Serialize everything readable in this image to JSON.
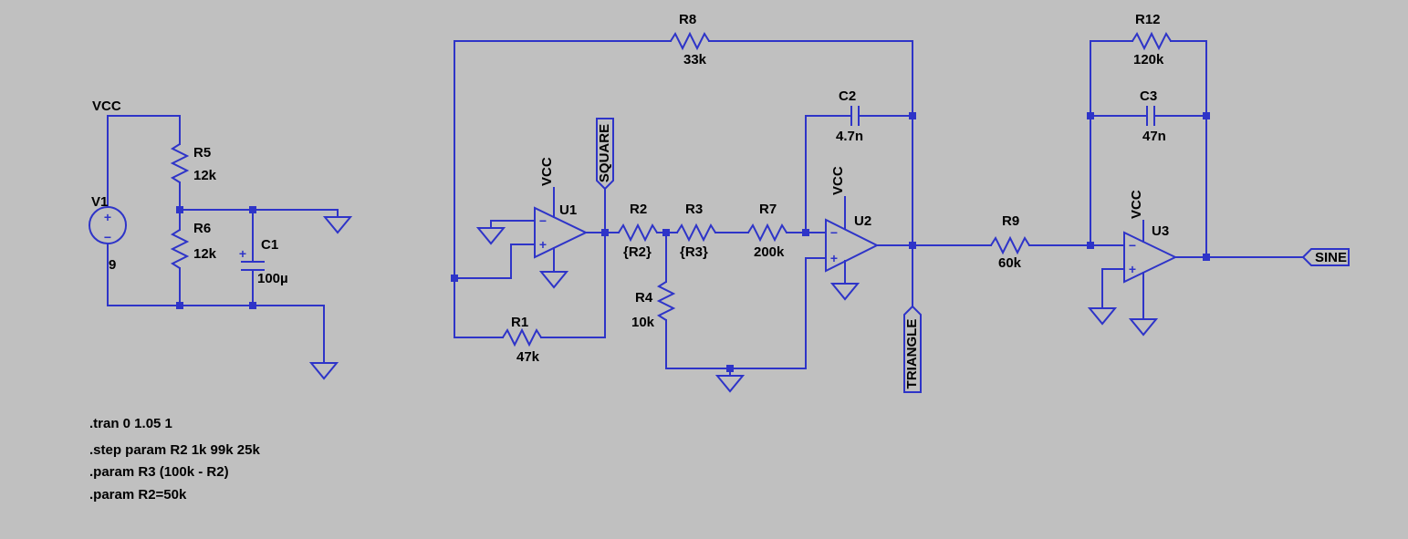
{
  "colors": {
    "background": "#c0c0c0",
    "wire": "#2e34c8",
    "text": "#000000"
  },
  "nets": {
    "vcc_main": "VCC",
    "vcc_u1": "VCC",
    "vcc_u2": "VCC",
    "vcc_u3": "VCC",
    "square": "SQUARE",
    "triangle": "TRIANGLE",
    "sine": "SINE"
  },
  "marks": {
    "plus": "+",
    "minus": "−"
  },
  "components": {
    "v1": {
      "name": "V1",
      "value": "9"
    },
    "r1": {
      "name": "R1",
      "value": "47k"
    },
    "r2": {
      "name": "R2",
      "value": "{R2}"
    },
    "r3": {
      "name": "R3",
      "value": "{R3}"
    },
    "r4": {
      "name": "R4",
      "value": "10k"
    },
    "r5": {
      "name": "R5",
      "value": "12k"
    },
    "r6": {
      "name": "R6",
      "value": "12k"
    },
    "r7": {
      "name": "R7",
      "value": "200k"
    },
    "r8": {
      "name": "R8",
      "value": "33k"
    },
    "r9": {
      "name": "R9",
      "value": "60k"
    },
    "r12": {
      "name": "R12",
      "value": "120k"
    },
    "c1": {
      "name": "C1",
      "value": "100µ"
    },
    "c2": {
      "name": "C2",
      "value": "4.7n"
    },
    "c3": {
      "name": "C3",
      "value": "47n"
    },
    "u1": {
      "name": "U1"
    },
    "u2": {
      "name": "U2"
    },
    "u3": {
      "name": "U3"
    }
  },
  "directives": [
    ".tran 0 1.05 1",
    ".step param R2 1k 99k 25k",
    ".param R3 (100k - R2)",
    ".param R2=50k"
  ]
}
